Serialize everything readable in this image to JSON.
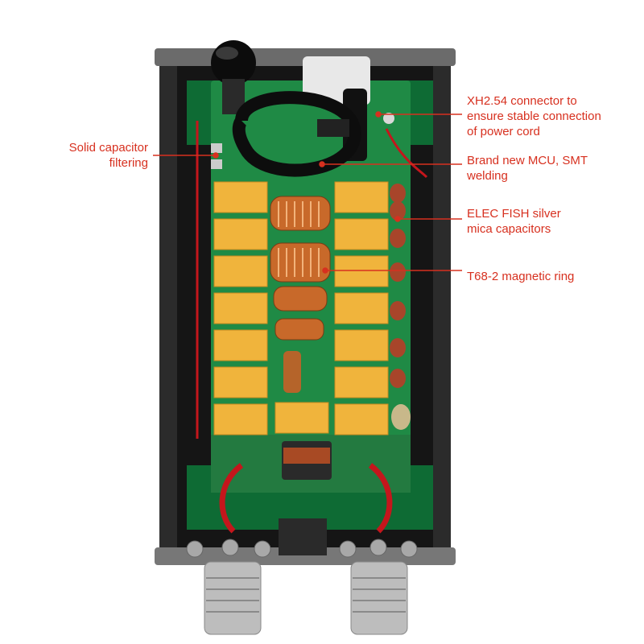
{
  "annotations": {
    "xh254": [
      "XH2.54 connector to",
      "ensure stable connection",
      "of power cord"
    ],
    "solid_cap": [
      "Solid capacitor",
      "filtering"
    ],
    "mcu": [
      "Brand new MCU, SMT",
      "welding"
    ],
    "mica": [
      "ELEC FISH silver",
      "mica capacitors"
    ],
    "ring": [
      "T68-2 magnetic ring"
    ]
  },
  "colors": {
    "annotation": "#d7301f",
    "pcb": "#1f8a45",
    "relay": "#f0b43c",
    "enclosure": "#1a1a1a"
  }
}
